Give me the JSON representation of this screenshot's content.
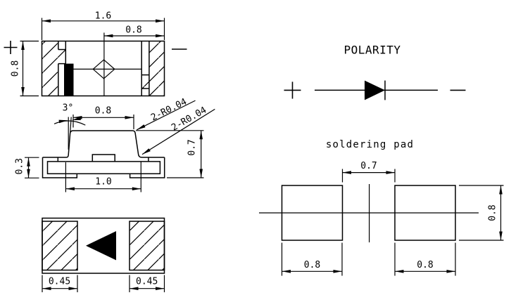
{
  "page": {
    "background": "#ffffff",
    "ink_color": "#000000",
    "description": "SMD chip LED package outline drawing with top, side and bottom views, polarity symbol and recommended soldering pad"
  },
  "top_view": {
    "dim_overall_width": "1.6",
    "dim_center_to_end": "0.8",
    "dim_overall_height": "0.8",
    "anode_symbol": "+",
    "cathode_symbol": "-"
  },
  "side_view": {
    "dim_draft_angle": "3°",
    "dim_top_width": "0.8",
    "dim_corner_radius_upper": "2-R0.04",
    "dim_corner_radius_lower": "2-R0.04",
    "dim_height": "0.7",
    "dim_terminal_thickness": "0.3",
    "dim_bottom_width": "1.0"
  },
  "bottom_view": {
    "dim_pad_left": "0.45",
    "dim_pad_right": "0.45"
  },
  "polarity": {
    "title": "POLARITY",
    "plus_symbol": "+",
    "minus_symbol": "-"
  },
  "soldering_pad": {
    "title": "soldering pad",
    "dim_gap": "0.7",
    "dim_pad_width_left": "0.8",
    "dim_pad_width_right": "0.8",
    "dim_pad_height": "0.8"
  }
}
